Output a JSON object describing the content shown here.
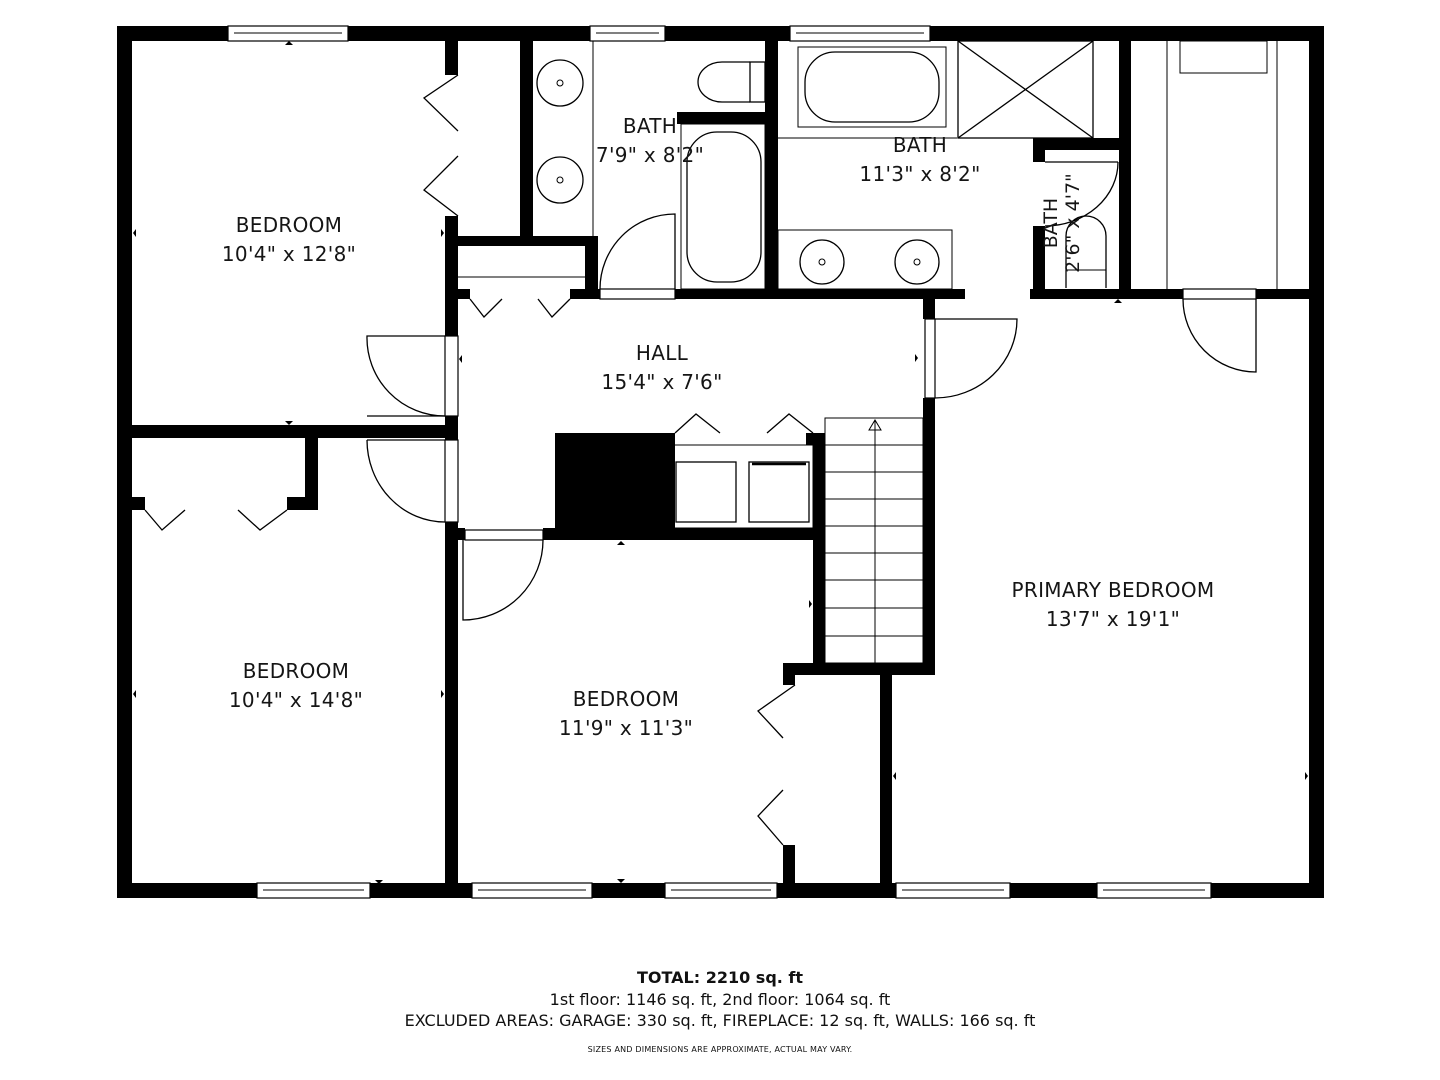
{
  "floor_plan": {
    "rooms": [
      {
        "id": "bedroom-nw",
        "name": "BEDROOM",
        "dimensions": "10'4\" x 12'8\""
      },
      {
        "id": "bath-hall",
        "name": "BATH",
        "dimensions": "7'9\" x 8'2\""
      },
      {
        "id": "bath-primary",
        "name": "BATH",
        "dimensions": "11'3\" x 8'2\""
      },
      {
        "id": "bath-small",
        "name": "BATH",
        "dimensions": "2'6\" x 4'7\""
      },
      {
        "id": "hall",
        "name": "HALL",
        "dimensions": "15'4\" x 7'6\""
      },
      {
        "id": "bedroom-sw",
        "name": "BEDROOM",
        "dimensions": "10'4\" x 14'8\""
      },
      {
        "id": "bedroom-center",
        "name": "BEDROOM",
        "dimensions": "11'9\" x 11'3\""
      },
      {
        "id": "primary-bedroom",
        "name": "PRIMARY BEDROOM",
        "dimensions": "13'7\" x 19'1\""
      }
    ],
    "wall_color": "#000000",
    "background_color": "#ffffff"
  },
  "summary": {
    "total": "TOTAL: 2210 sq. ft",
    "floors": "1st floor: 1146 sq. ft, 2nd floor: 1064 sq. ft",
    "excluded": "EXCLUDED AREAS: GARAGE: 330 sq. ft, FIREPLACE: 12 sq. ft, WALLS: 166 sq. ft",
    "disclaimer": "SIZES AND DIMENSIONS ARE APPROXIMATE, ACTUAL MAY VARY."
  }
}
